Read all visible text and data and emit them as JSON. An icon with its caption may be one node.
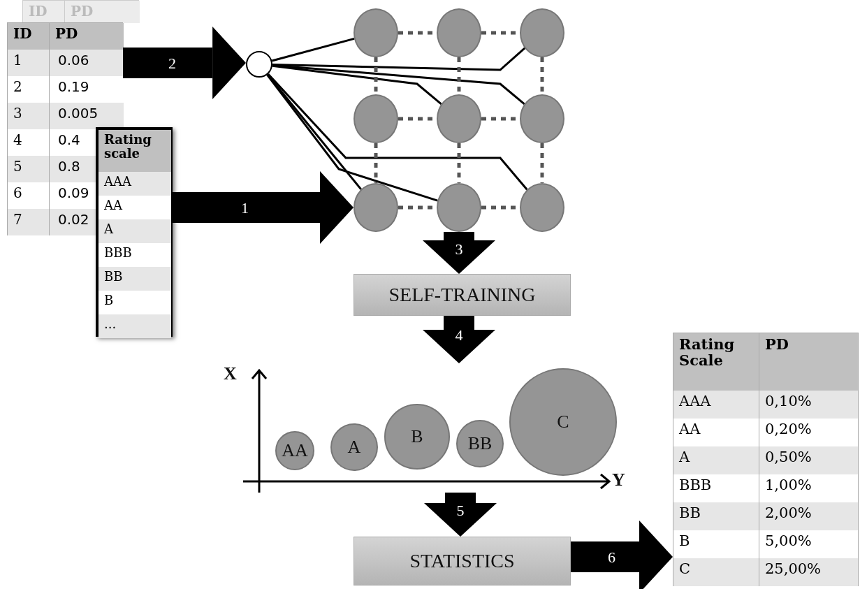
{
  "diagram": {
    "nodes": [
      {
        "text": [
          "ID",
          "PD"
        ]
      },
      {
        "text": [
          "ID",
          "PD",
          "1",
          "0.06",
          "2",
          "0.19",
          "3",
          "0.005",
          "4",
          "0.4",
          "5",
          "0.8",
          "6",
          "0.09",
          "7",
          "0.02"
        ]
      },
      {
        "text": [
          "Rating scale",
          "AAA",
          "AA",
          "A",
          "BBB",
          "BB",
          "B",
          "..."
        ]
      },
      {
        "text": [],
        "shape": "circle"
      },
      {
        "text": [],
        "shape": "circle"
      },
      {
        "text": [],
        "shape": "circle"
      },
      {
        "text": [],
        "shape": "circle"
      },
      {
        "text": [],
        "shape": "circle"
      },
      {
        "text": [],
        "shape": "circle"
      },
      {
        "text": [],
        "shape": "circle"
      },
      {
        "text": [],
        "shape": "circle"
      },
      {
        "text": [],
        "shape": "circle"
      },
      {
        "text": [],
        "shape": "circle"
      },
      {
        "text": [
          "SELF-TRAINING"
        ]
      },
      {
        "text": [
          "X",
          "Y"
        ]
      },
      {
        "text": [
          "AA"
        ],
        "in": 14
      },
      {
        "text": [
          "A"
        ],
        "in": 14
      },
      {
        "text": [
          "B"
        ],
        "in": 14
      },
      {
        "text": [
          "BB"
        ],
        "in": 14
      },
      {
        "text": [
          "C"
        ],
        "in": 14
      },
      {
        "text": [
          "STATISTICS"
        ]
      },
      {
        "text": [
          "Rating Scale",
          "PD",
          "AAA",
          "0,10%",
          "AA",
          "0,20%",
          "A",
          "0,50%",
          "BBB",
          "1,00%",
          "BB",
          "2,00%",
          "B",
          "5,00%",
          "C",
          "25,00%"
        ]
      }
    ],
    "edges": [
      {
        "from": 2,
        "to": 10,
        "arrow": "to",
        "label": "1",
        "style": "thick"
      },
      {
        "from": 1,
        "to": 3,
        "arrow": "to",
        "label": "2",
        "style": "thick"
      },
      {
        "from": 11,
        "to": 13,
        "arrow": "to",
        "label": "3",
        "style": "thick"
      },
      {
        "from": 13,
        "to": 14,
        "arrow": "to",
        "label": "4",
        "style": "thick"
      },
      {
        "from": 14,
        "to": 20,
        "arrow": "to",
        "label": "5",
        "style": "thick"
      },
      {
        "from": 20,
        "to": 21,
        "arrow": "to",
        "label": "6",
        "style": "thick"
      },
      {
        "from": 3,
        "to": 4,
        "arrow": "none"
      },
      {
        "from": 3,
        "to": 6,
        "arrow": "none"
      },
      {
        "from": 3,
        "to": 8,
        "arrow": "none"
      },
      {
        "from": 3,
        "to": 9,
        "arrow": "none"
      },
      {
        "from": 3,
        "to": 10,
        "arrow": "none"
      },
      {
        "from": 3,
        "to": 11,
        "arrow": "none"
      },
      {
        "from": 3,
        "to": 12,
        "arrow": "none"
      },
      {
        "from": 4,
        "to": 5,
        "arrow": "none",
        "style": "dashed",
        "color": "#555555"
      },
      {
        "from": 5,
        "to": 6,
        "arrow": "none",
        "style": "dashed",
        "color": "#555555"
      },
      {
        "from": 7,
        "to": 8,
        "arrow": "none",
        "style": "dashed",
        "color": "#555555"
      },
      {
        "from": 8,
        "to": 9,
        "arrow": "none",
        "style": "dashed",
        "color": "#555555"
      },
      {
        "from": 10,
        "to": 11,
        "arrow": "none",
        "style": "dashed",
        "color": "#555555"
      },
      {
        "from": 11,
        "to": 12,
        "arrow": "none",
        "style": "dashed",
        "color": "#555555"
      },
      {
        "from": 4,
        "to": 7,
        "arrow": "none",
        "style": "dashed",
        "color": "#555555"
      },
      {
        "from": 7,
        "to": 10,
        "arrow": "none",
        "style": "dashed",
        "color": "#555555"
      },
      {
        "from": 5,
        "to": 8,
        "arrow": "none",
        "style": "dashed",
        "color": "#555555"
      },
      {
        "from": 8,
        "to": 11,
        "arrow": "none",
        "style": "dashed",
        "color": "#555555"
      },
      {
        "from": 6,
        "to": 9,
        "arrow": "none",
        "style": "dashed",
        "color": "#555555"
      },
      {
        "from": 9,
        "to": 12,
        "arrow": "none",
        "style": "dashed",
        "color": "#555555"
      }
    ]
  }
}
